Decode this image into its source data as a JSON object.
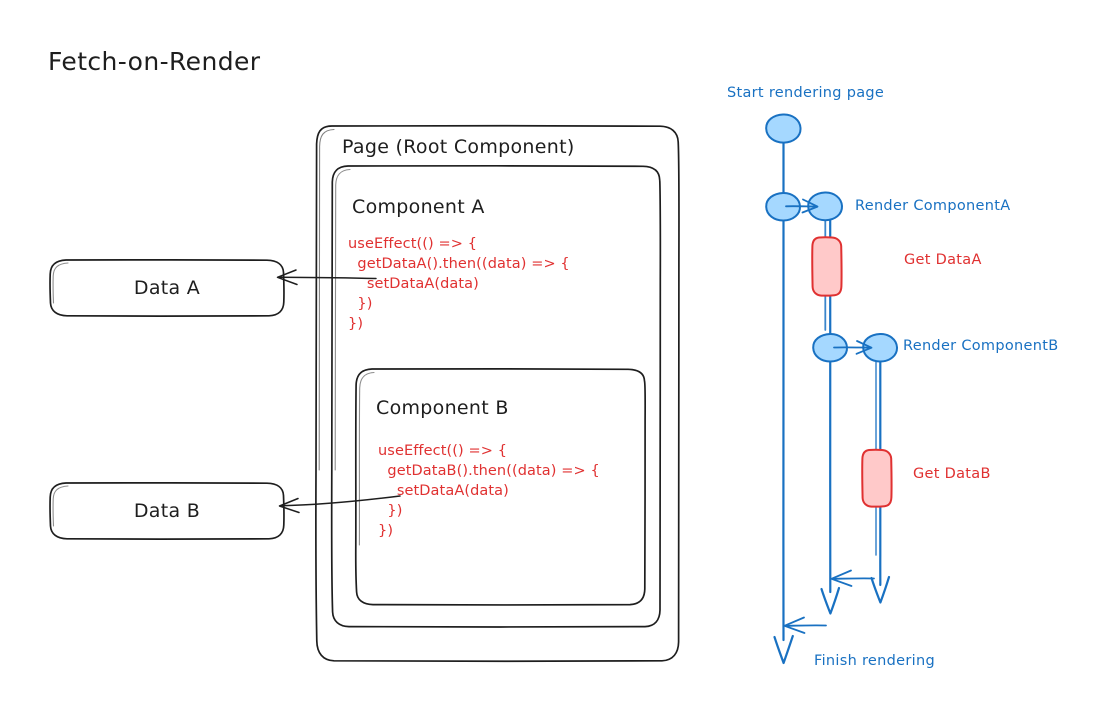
{
  "diagram": {
    "title": "Fetch-on-Render",
    "colors": {
      "ink": "#1e1e1e",
      "code_red": "#e03131",
      "node_blue_stroke": "#1971c2",
      "node_blue_fill": "#a5d8ff",
      "activation_red_fill": "#ffc9c9",
      "activation_red_stroke": "#e03131",
      "background": "#ffffff"
    },
    "component_tree": {
      "page": {
        "label": "Page (Root Component)"
      },
      "component_a": {
        "label": "Component A",
        "code": [
          "useEffect(() => {",
          "  getDataA().then((data) => {",
          "    setDataA(data)",
          "  })",
          "})"
        ]
      },
      "component_b": {
        "label": "Component B",
        "code": [
          "useEffect(() => {",
          "  getDataB().then((data) => {",
          "    setDataA(data)",
          "  })",
          "})"
        ]
      }
    },
    "data_boxes": [
      {
        "label": "Data A"
      },
      {
        "label": "Data B"
      }
    ],
    "sequence": {
      "start_label": "Start rendering page",
      "render_a_label": "Render ComponentA",
      "get_data_a_label": "Get DataA",
      "render_b_label": "Render ComponentB",
      "get_data_b_label": "Get DataB",
      "finish_label": "Finish rendering"
    }
  }
}
